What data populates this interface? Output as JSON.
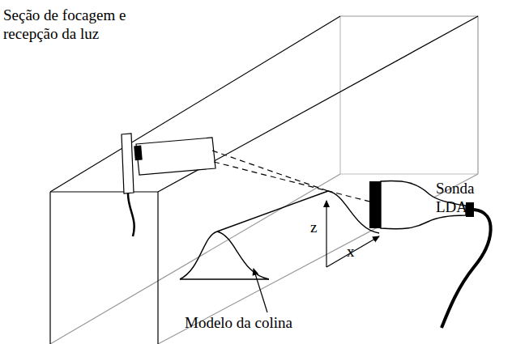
{
  "diagram": {
    "labels": [
      "Seção de focagem e recepção da luz",
      "z",
      "x",
      "Sonda LDA",
      "Modelo da colina"
    ]
  }
}
